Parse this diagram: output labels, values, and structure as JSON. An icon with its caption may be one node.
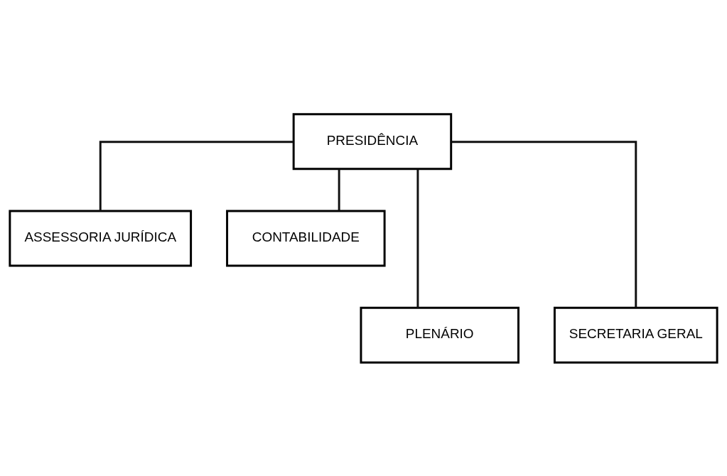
{
  "diagram": {
    "nodes": [
      {
        "text": [
          "PRESIDÊNCIA"
        ]
      },
      {
        "text": [
          "ASSESSORIA JURÍDICA"
        ]
      },
      {
        "text": [
          "CONTABILIDADE"
        ]
      },
      {
        "text": [
          "PLENÁRIO"
        ]
      },
      {
        "text": [
          "SECRETARIA GERAL"
        ]
      }
    ],
    "edges": [
      {
        "from": 0,
        "to": 1,
        "arrow": "none"
      },
      {
        "from": 0,
        "to": 2,
        "arrow": "none"
      },
      {
        "from": 0,
        "to": 3,
        "arrow": "none"
      },
      {
        "from": 0,
        "to": 4,
        "arrow": "none"
      }
    ]
  }
}
